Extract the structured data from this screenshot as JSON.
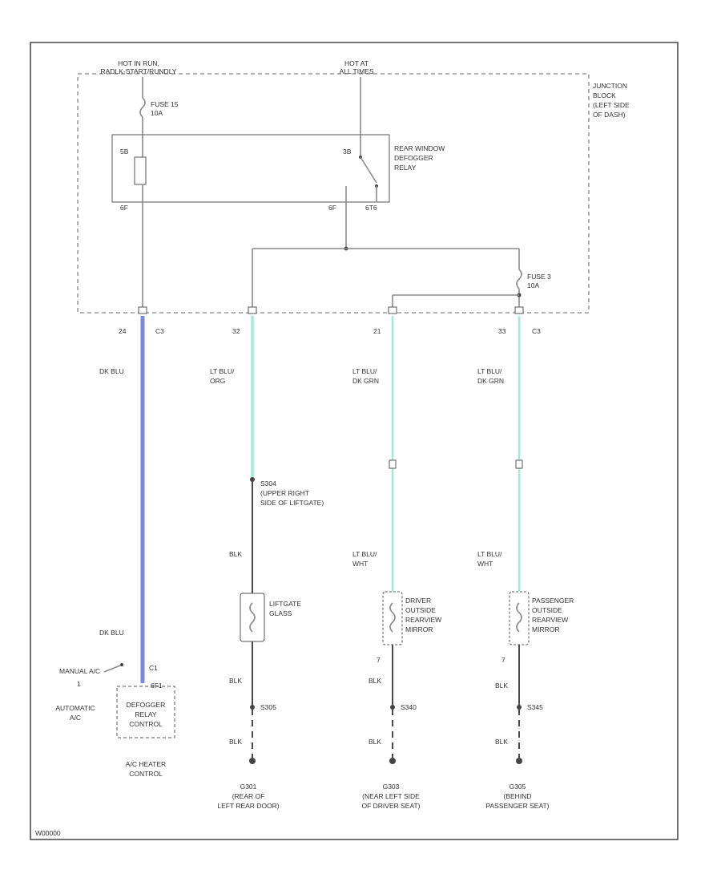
{
  "colors": {
    "dk_blu": "#7b88e6",
    "lt_blu": "#9fecd8",
    "wire": "#8a8a8a",
    "bla": "#4a4a4a"
  },
  "power": {
    "hot_run": [
      "HOT IN RUN,",
      "RADLK-START/RUNDLY"
    ],
    "hot_all": [
      "HOT AT",
      "ALL TIMES"
    ]
  },
  "junction_block": [
    "JUNCTION",
    "BLOCK",
    "(LEFT SIDE",
    "OF DASH)"
  ],
  "fuse15": [
    "FUSE 15",
    "10A"
  ],
  "fuse3": [
    "FUSE 3",
    "10A"
  ],
  "relay": {
    "label": [
      "REAR WINDOW",
      "DEFOGGER",
      "RELAY"
    ],
    "pins": {
      "coil_top": "5B",
      "switch_top": "3B",
      "coil_bottom": "6F",
      "common": "6F",
      "switch_bottom": "6T6"
    }
  },
  "connectors": {
    "c3_left": "C3",
    "c3_right": "C3",
    "c1": "C1"
  },
  "cavities": {
    "a": "24",
    "b": "32",
    "c": "21",
    "d": "33"
  },
  "wire_colors": {
    "dk_blu": "DK BLU",
    "lt_blu_org": [
      "LT BLU/",
      "ORG"
    ],
    "lt_blu_dkgrn_1": [
      "LT BLU/",
      "DK GRN"
    ],
    "lt_blu_dkgrn_2": [
      "LT BLU/",
      "DK GRN"
    ],
    "lt_blu_wht_1": [
      "LT BLU/",
      "WHT"
    ],
    "lt_blu_wht_2": [
      "LT BLU/",
      "WHT"
    ],
    "bla": "BLK"
  },
  "splice_liftgate": [
    "S304",
    "(UPPER RIGHT",
    "SIDE OF LIFTGATE)"
  ],
  "liftgate": [
    "LIFTGATE",
    "GLASS"
  ],
  "driver_mirror": [
    "DRIVER",
    "OUTSIDE",
    "REARVIEW",
    "MIRROR"
  ],
  "pass_mirror": [
    "PASSENGER",
    "OUTSIDE",
    "REARVIEW",
    "MIRROR"
  ],
  "pin7": "7",
  "hvac": {
    "manual": "MANUAL A/C",
    "automatic": [
      "AUTOMATIC",
      "A/C"
    ],
    "module": [
      "DEFOGGER",
      "RELAY",
      "CONTROL"
    ],
    "name": [
      "A/C HEATER",
      "CONTROL"
    ],
    "pin_one": "1",
    "pin_label": "6F1"
  },
  "grounds": {
    "g1_splice": "S305",
    "g2_splice": "S340",
    "g3_splice": "S345",
    "g1": [
      "G301",
      "(REAR OF",
      "LEFT REAR DOOR)"
    ],
    "g2": [
      "G303",
      "(NEAR LEFT SIDE",
      "OF DRIVER SEAT)"
    ],
    "g3": [
      "G305",
      "(BEHIND",
      "PASSENGER SEAT)"
    ]
  },
  "footer_code": "W00000"
}
